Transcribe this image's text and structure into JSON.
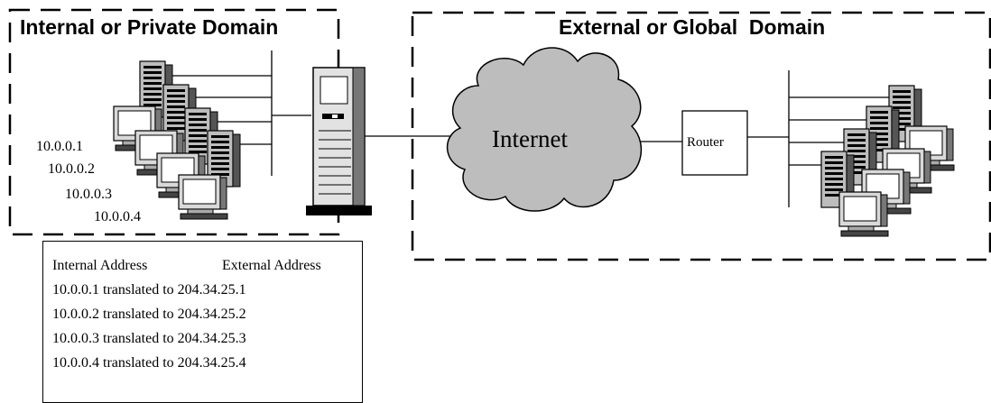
{
  "internal_domain": {
    "title": "Internal or Private Domain",
    "ip_labels": [
      "10.0.0.1",
      "10.0.0.2",
      "10.0.0.3",
      "10.0.0.4"
    ]
  },
  "external_domain": {
    "title": "External or Global  Domain"
  },
  "internet_label": "Internet",
  "router_label": "Router",
  "nat_table": {
    "header_internal": "Internal Address",
    "header_external": "External Address",
    "rows": [
      "10.0.0.1 translated to 204.34.25.1",
      "10.0.0.2 translated to 204.34.25.2",
      "10.0.0.3 translated to 204.34.25.3",
      "10.0.0.4 translated to 204.34.25.4"
    ]
  }
}
